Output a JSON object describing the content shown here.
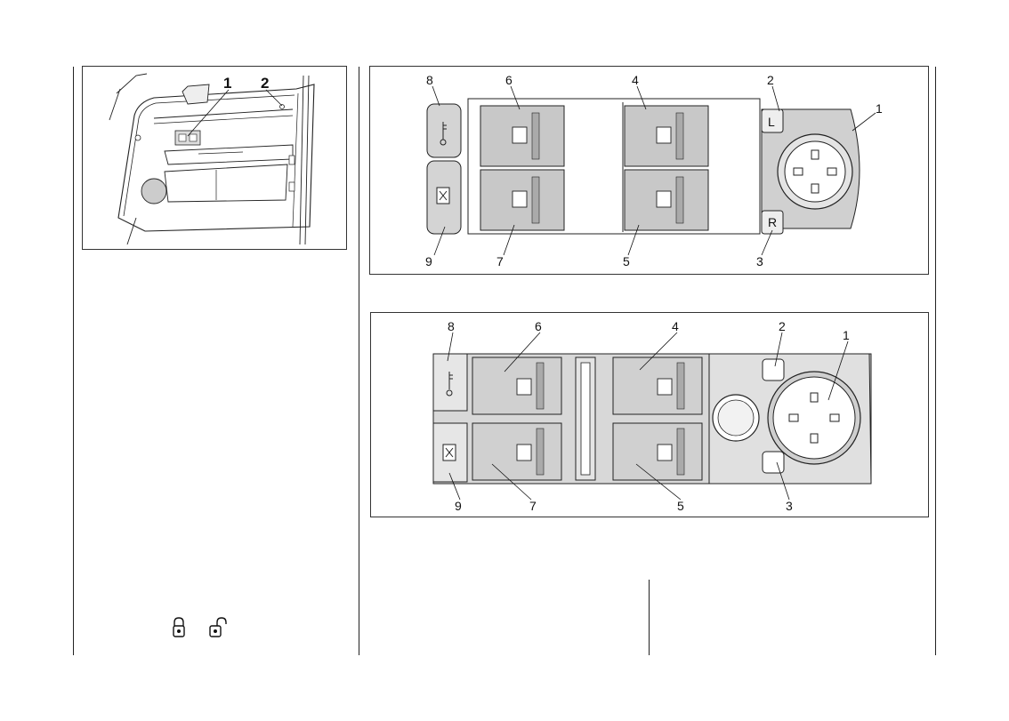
{
  "figure_door": {
    "callouts": [
      "1",
      "2"
    ]
  },
  "figure_switch_a": {
    "callouts": [
      "8",
      "6",
      "4",
      "2",
      "1",
      "9",
      "7",
      "5",
      "3"
    ],
    "mirror_labels": [
      "L",
      "R"
    ]
  },
  "figure_switch_b": {
    "callouts": [
      "8",
      "6",
      "4",
      "2",
      "1",
      "9",
      "7",
      "5",
      "3"
    ]
  },
  "icons": [
    "lock-closed-icon",
    "lock-open-icon",
    "key-icon",
    "child-lock-icon",
    "window-switch-icon"
  ]
}
